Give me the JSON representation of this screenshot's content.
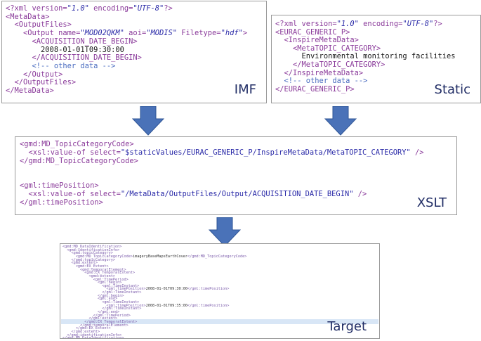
{
  "panels": {
    "imf": {
      "label": "IMF",
      "lines": [
        [
          [
            "pi",
            "<?xml "
          ],
          [
            "attr",
            "version="
          ],
          [
            "val",
            "\"1.0\""
          ],
          [
            "attr",
            " encoding="
          ],
          [
            "val",
            "\"UTF-8\""
          ],
          [
            "pi",
            "?>"
          ]
        ],
        [
          [
            "tag",
            "<MetaData>"
          ]
        ],
        [
          [
            "txt",
            "  "
          ],
          [
            "tag",
            "<OutputFiles>"
          ]
        ],
        [
          [
            "txt",
            "    "
          ],
          [
            "tag",
            "<Output "
          ],
          [
            "attr",
            "name="
          ],
          [
            "val",
            "\"MOD02QKM\""
          ],
          [
            "attr",
            " aoi="
          ],
          [
            "val",
            "\"MODIS\""
          ],
          [
            "attr",
            " Filetype="
          ],
          [
            "val",
            "\"hdf\""
          ],
          [
            "tag",
            ">"
          ]
        ],
        [
          [
            "txt",
            "      "
          ],
          [
            "tag",
            "<ACQUISITION_DATE_BEGIN>"
          ]
        ],
        [
          [
            "txt",
            "        2008-01-01T09:30:00"
          ]
        ],
        [
          [
            "txt",
            "      "
          ],
          [
            "tag",
            "</ACQUISITION_DATE_BEGIN>"
          ]
        ],
        [
          [
            "txt",
            "      "
          ],
          [
            "cmt",
            "<!-- other data -->"
          ]
        ],
        [
          [
            "txt",
            "    "
          ],
          [
            "tag",
            "</Output>"
          ]
        ],
        [
          [
            "txt",
            "  "
          ],
          [
            "tag",
            "</OutputFiles>"
          ]
        ],
        [
          [
            "tag",
            "</MetaData>"
          ]
        ]
      ]
    },
    "static": {
      "label": "Static",
      "lines": [
        [
          [
            "pi",
            "<?xml "
          ],
          [
            "attr",
            "version="
          ],
          [
            "val",
            "\"1.0\""
          ],
          [
            "attr",
            " encoding="
          ],
          [
            "val",
            "\"UTF-8\""
          ],
          [
            "pi",
            "?>"
          ]
        ],
        [
          [
            "tag",
            "<EURAC_GENERIC_P>"
          ]
        ],
        [
          [
            "txt",
            "  "
          ],
          [
            "tag",
            "<InspireMetaData>"
          ]
        ],
        [
          [
            "txt",
            "    "
          ],
          [
            "tag",
            "<MetaTOPIC_CATEGORY>"
          ]
        ],
        [
          [
            "txt",
            "      Environmental monitoring facilities"
          ]
        ],
        [
          [
            "txt",
            "    "
          ],
          [
            "tag",
            "</MetaTOPIC_CATEGORY>"
          ]
        ],
        [
          [
            "txt",
            "  "
          ],
          [
            "tag",
            "</InspireMetaData>"
          ]
        ],
        [
          [
            "txt",
            "  "
          ],
          [
            "cmt",
            "<!-- other data -->"
          ]
        ],
        [
          [
            "tag",
            "</EURAC_GENERIC_P>"
          ]
        ]
      ]
    },
    "xslt": {
      "label": "XSLT",
      "lines": [
        [
          [
            "tag",
            "<gmd:MD_TopicCategoryCode>"
          ]
        ],
        [
          [
            "txt",
            "  "
          ],
          [
            "tag",
            "<xsl:value-of "
          ],
          [
            "attr",
            "select="
          ],
          [
            "val2",
            "\"$staticValues/EURAC_GENERIC_P/InspireMetaData/MetaTOPIC_CATEGORY\""
          ],
          [
            "tag",
            " />"
          ]
        ],
        [
          [
            "tag",
            "</gmd:MD_TopicCategoryCode>"
          ]
        ],
        [],
        [],
        [
          [
            "tag",
            "<gml:timePosition>"
          ]
        ],
        [
          [
            "txt",
            "  "
          ],
          [
            "tag",
            "<xsl:value-of "
          ],
          [
            "attr",
            "select="
          ],
          [
            "val2",
            "\"/MetaData/OutputFiles/Output/ACQUISITION_DATE_BEGIN\""
          ],
          [
            "tag",
            " />"
          ]
        ],
        [
          [
            "tag",
            "</gml:timePosition>"
          ]
        ]
      ]
    },
    "target": {
      "label": "Target",
      "lines": [
        [
          [
            "t",
            "<gmd:MD_DataIdentification>"
          ]
        ],
        [
          [
            "t",
            "  <gmd:identificationInfo>"
          ]
        ],
        [
          [
            "t",
            "    <gmd:topicCategory>"
          ]
        ],
        [
          [
            "t",
            "      <gmd:MD_TopicCategoryCode>"
          ],
          [
            "x",
            "imageryBaseMapsEarthCover"
          ],
          [
            "t",
            "</gmd:MD_TopicCategoryCode>"
          ]
        ],
        [
          [
            "t",
            "    </gmd:topicCategory>"
          ]
        ],
        [
          [
            "t",
            "    <gmd:extent>"
          ]
        ],
        [
          [
            "t",
            "      <gmd:EX_Extent>"
          ]
        ],
        [
          [
            "t",
            "        <gmd:temporalElement>"
          ]
        ],
        [
          [
            "t",
            "          <gmd:EX_TemporalExtent>"
          ]
        ],
        [
          [
            "t",
            "            <gmd:extent>"
          ]
        ],
        [
          [
            "t",
            "              <gml:TimePeriod>"
          ]
        ],
        [
          [
            "t",
            "                <gml:begin>"
          ]
        ],
        [
          [
            "t",
            "                  <gml:TimeInstant>"
          ]
        ],
        [
          [
            "t",
            "                    <gml:timePosition>"
          ],
          [
            "x",
            "2008-01-01T09:30:00"
          ],
          [
            "t",
            "</gml:timePosition>"
          ]
        ],
        [
          [
            "t",
            "                  </gml:TimeInstant>"
          ]
        ],
        [
          [
            "t",
            "                </gml:begin>"
          ]
        ],
        [
          [
            "t",
            "                <gml:end>"
          ]
        ],
        [
          [
            "t",
            "                  <gml:TimeInstant>"
          ]
        ],
        [
          [
            "t",
            "                    <gml:timePosition>"
          ],
          [
            "x",
            "2008-01-01T09:35:00"
          ],
          [
            "t",
            "</gml:timePosition>"
          ]
        ],
        [
          [
            "t",
            "                  </gml:TimeInstant>"
          ]
        ],
        [
          [
            "t",
            "                </gml:end>"
          ]
        ],
        [
          [
            "t",
            "              </gml:TimePeriod>"
          ]
        ],
        [
          [
            "t",
            "            </gml:extent>"
          ]
        ],
        [
          [
            "t",
            "          </gmd:EX_TemporalExtent>"
          ]
        ],
        [
          [
            "t",
            "        </gmd:temporalElement>"
          ]
        ],
        [
          [
            "t",
            "      </gmd:EX_Extent>"
          ]
        ],
        [
          [
            "t",
            "    </gmd:extent>"
          ]
        ],
        [
          [
            "t",
            "  </gmd:identificationInfo>"
          ]
        ],
        [
          [
            "t",
            "</gmd:MD_DataIdentification>"
          ]
        ]
      ]
    }
  },
  "colors": {
    "arrow": "#4a72b8",
    "label": "#222e66",
    "border": "#9a9a9a"
  }
}
